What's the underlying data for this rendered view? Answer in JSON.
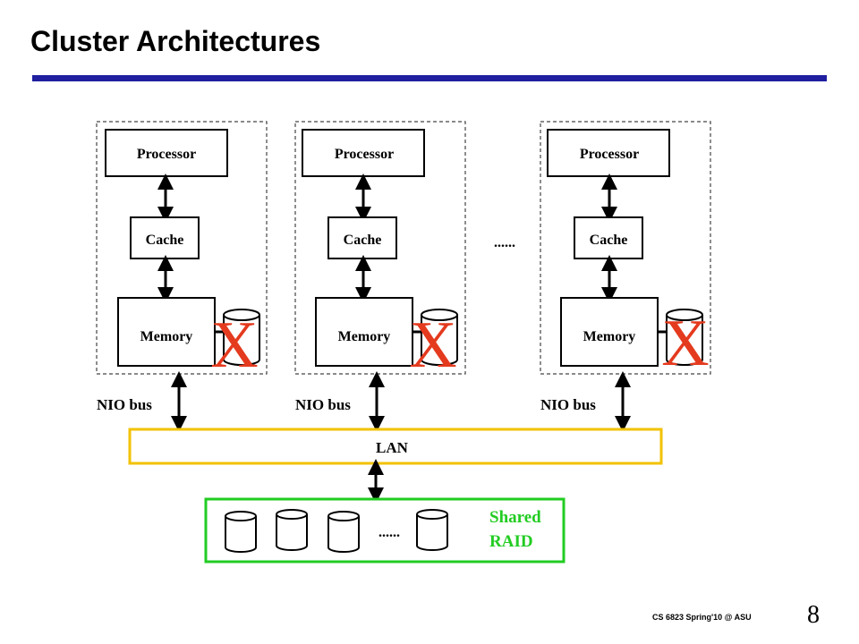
{
  "slide": {
    "title": "Cluster Architectures",
    "footer": "CS 6823 Spring'10 @ ASU",
    "page_number": "8",
    "accent_color": "#1f1fa0"
  },
  "diagram": {
    "nodes": [
      {
        "processor": "Processor",
        "cache": "Cache",
        "memory": "Memory",
        "disk_mark": "X",
        "bus": "NIO bus"
      },
      {
        "processor": "Processor",
        "cache": "Cache",
        "memory": "Memory",
        "disk_mark": "X",
        "bus": "NIO bus"
      },
      {
        "processor": "Processor",
        "cache": "Cache",
        "memory": "Memory",
        "disk_mark": "X",
        "bus": "NIO bus"
      }
    ],
    "between_nodes_ellipsis": "......",
    "lan_label": "LAN",
    "lan_color": "#f2c200",
    "storage": {
      "ellipsis": "......",
      "label_line1": "Shared",
      "label_line2": "RAID",
      "color": "#22cc22"
    },
    "disk_mark_color": "#e43a1e"
  }
}
